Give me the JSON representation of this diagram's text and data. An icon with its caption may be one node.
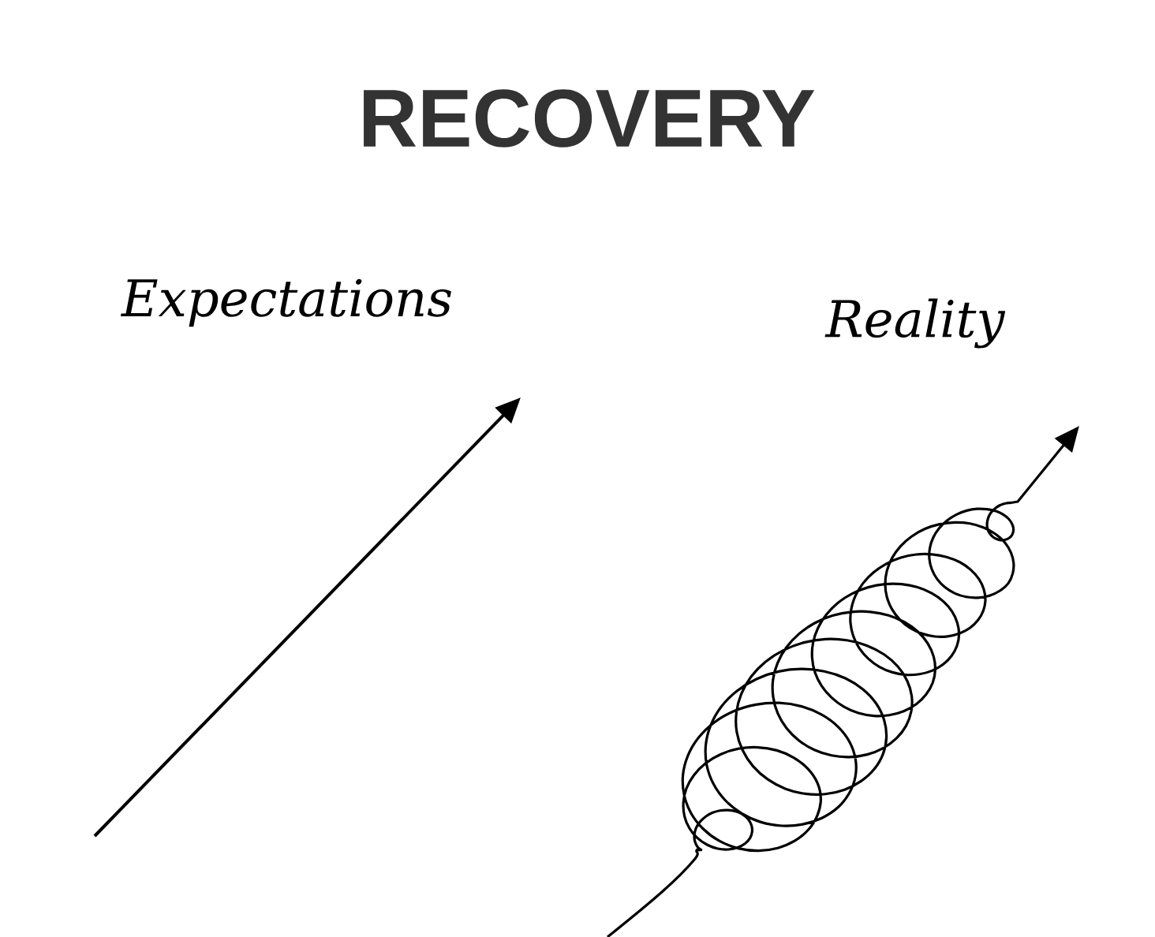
{
  "diagram": {
    "title": "RECOVERY",
    "labels": [
      "Expectations",
      "Reality"
    ]
  }
}
